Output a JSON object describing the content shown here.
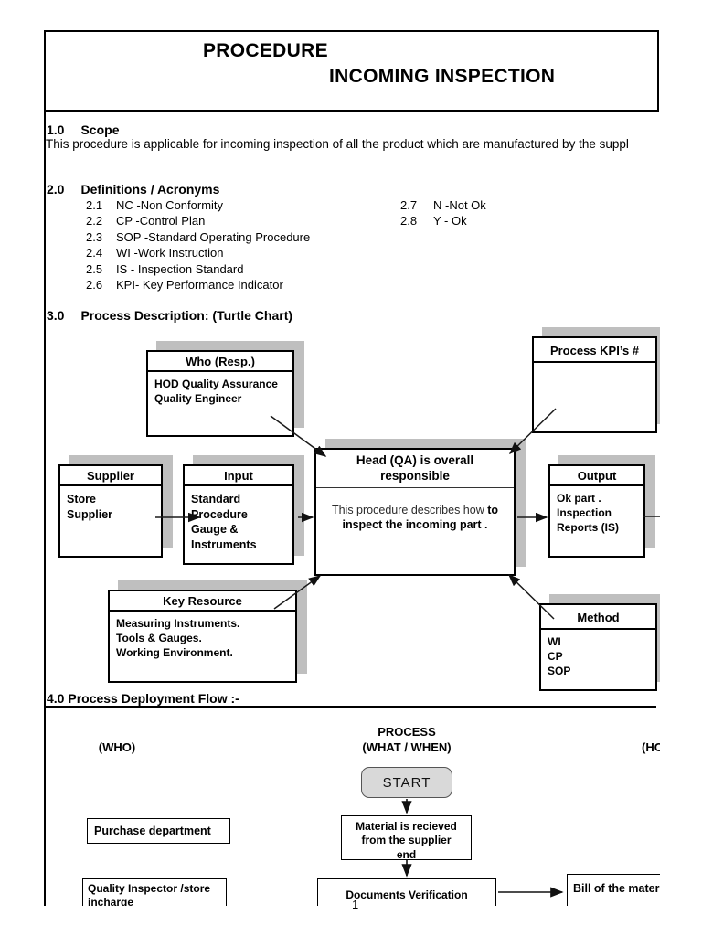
{
  "page": {
    "number": "1"
  },
  "header": {
    "title_line1": "PROCEDURE",
    "title_line2": "INCOMING INSPECTION"
  },
  "scope": {
    "num": "1.0",
    "title": "Scope",
    "body": "This procedure is applicable for incoming inspection of all the product which are manufactured by the suppl"
  },
  "definitions": {
    "num": "2.0",
    "title": "Definitions / Acronyms",
    "left": [
      {
        "num": "2.1",
        "text": "NC -Non Conformity"
      },
      {
        "num": "2.2",
        "text": "CP -Control Plan"
      },
      {
        "num": "2.3",
        "text": "SOP -Standard Operating Procedure"
      },
      {
        "num": "2.4",
        "text": "WI -Work Instruction"
      },
      {
        "num": "2.5",
        "text": "IS - Inspection Standard"
      },
      {
        "num": "2.6",
        "text": "KPI- Key Performance Indicator"
      }
    ],
    "right": [
      {
        "num": "2.7",
        "text": "N -Not Ok"
      },
      {
        "num": "2.8",
        "text": "Y - Ok"
      }
    ]
  },
  "turtle": {
    "num": "3.0",
    "title": "Process Description: (Turtle Chart)",
    "who": {
      "title": "Who (Resp.)",
      "line1": "HOD Quality Assurance",
      "line2": "Quality Engineer"
    },
    "kpi": {
      "title": "Process KPI’s #"
    },
    "center": {
      "title": "Head (QA) is overall responsible",
      "body_normal": "This procedure describes how ",
      "body_bold": "to inspect the incoming  part ."
    },
    "supplier": {
      "title": "Supplier",
      "line1": "Store",
      "line2": "Supplier"
    },
    "input": {
      "title": "Input",
      "line1": "Standard",
      "line2": "Procedure",
      "line3": "Gauge &",
      "line4": "Instruments"
    },
    "output": {
      "title": "Output",
      "line1": "Ok part .",
      "line2": "Inspection",
      "line3": "Reports (IS)"
    },
    "key_resource": {
      "title": "Key Resource",
      "line1": "Measuring Instruments.",
      "line2": "Tools & Gauges.",
      "line3": "Working Environment."
    },
    "method": {
      "title": "Method",
      "line1": "WI",
      "line2": "CP",
      "line3": "SOP"
    }
  },
  "flow": {
    "title": "4.0 Process Deployment Flow :-",
    "col_who": "(WHO)",
    "col_process_line1": "PROCESS",
    "col_process_line2": "(WHAT / WHEN)",
    "col_how": "(HOW)",
    "start_label": "START",
    "material_line1": "Material is  recieved",
    "material_line2": "from the supplier",
    "material_line3": "end",
    "purchase_label": "Purchase department",
    "docs_label": "Documents Verification",
    "qi_line1": "Quality Inspector /store",
    "qi_line2": "incharge",
    "bill_label": "Bill of the material"
  },
  "colors": {
    "box_shadow": "#bfbfbf",
    "start_fill": "#d9d9d9",
    "border": "#000000"
  }
}
